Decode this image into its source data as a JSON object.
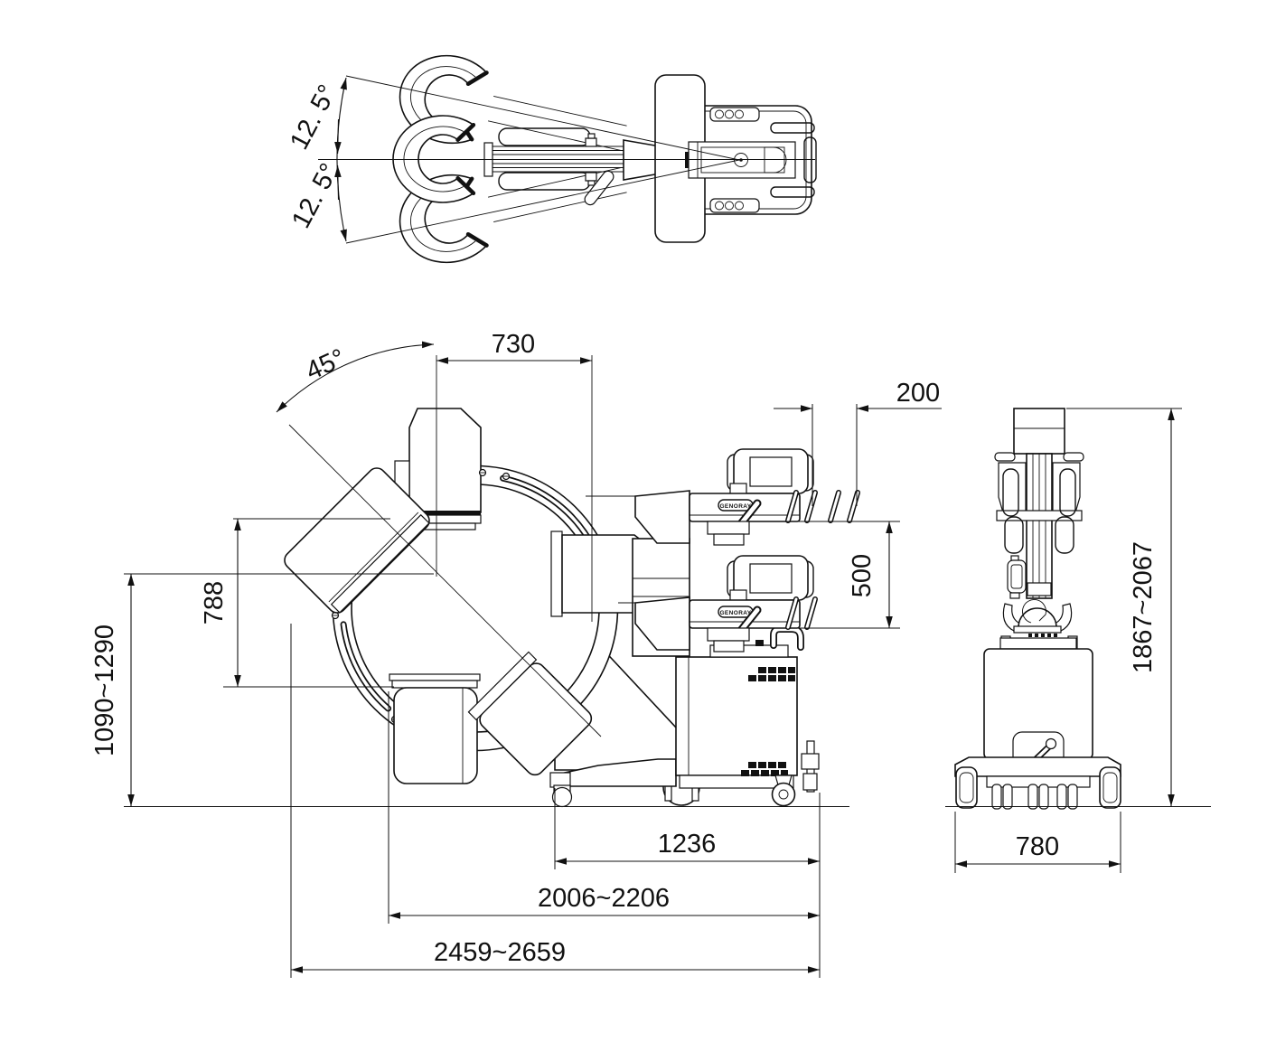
{
  "drawing": {
    "top_view": {
      "angle_upper": "12. 5°",
      "angle_lower": "12. 5°"
    },
    "side_view": {
      "angle_orbital": "45°",
      "dim_730": "730",
      "dim_200": "200",
      "dim_500": "500",
      "dim_788": "788",
      "dim_1090_1290": "1090~1290",
      "dim_1236": "1236",
      "dim_2006_2206": "2006~2206",
      "dim_2459_2659": "2459~2659",
      "brand_upper": "GENORAY",
      "brand_lower": "GENORAY"
    },
    "front_view": {
      "dim_1867_2067": "1867~2067",
      "dim_780": "780"
    }
  }
}
